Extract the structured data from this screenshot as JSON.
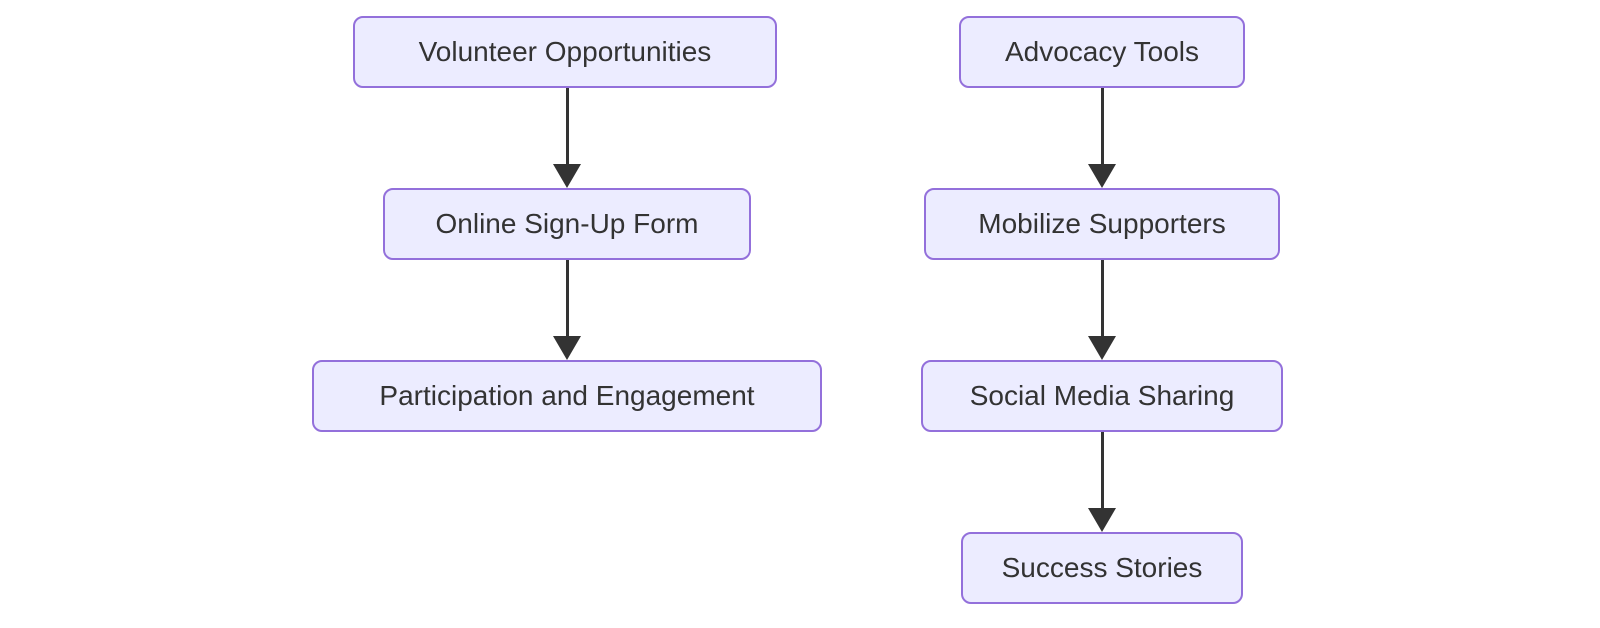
{
  "diagram": {
    "type": "flowchart",
    "orientation": "top-down",
    "colors": {
      "background": "#ffffff",
      "node_fill": "#ECECFF",
      "node_border": "#9370DB",
      "node_text": "#333333",
      "arrow_color": "#333333"
    },
    "nodes": {
      "n1": {
        "label": "Volunteer Opportunities"
      },
      "n2": {
        "label": "Online Sign-Up Form"
      },
      "n3": {
        "label": "Participation and Engagement"
      },
      "n4": {
        "label": "Advocacy Tools"
      },
      "n5": {
        "label": "Mobilize Supporters"
      },
      "n6": {
        "label": "Social Media Sharing"
      },
      "n7": {
        "label": "Success Stories"
      }
    },
    "edges": [
      {
        "from": "Volunteer Opportunities",
        "to": "Online Sign-Up Form"
      },
      {
        "from": "Online Sign-Up Form",
        "to": "Participation and Engagement"
      },
      {
        "from": "Advocacy Tools",
        "to": "Mobilize Supporters"
      },
      {
        "from": "Mobilize Supporters",
        "to": "Social Media Sharing"
      },
      {
        "from": "Social Media Sharing",
        "to": "Success Stories"
      }
    ]
  }
}
